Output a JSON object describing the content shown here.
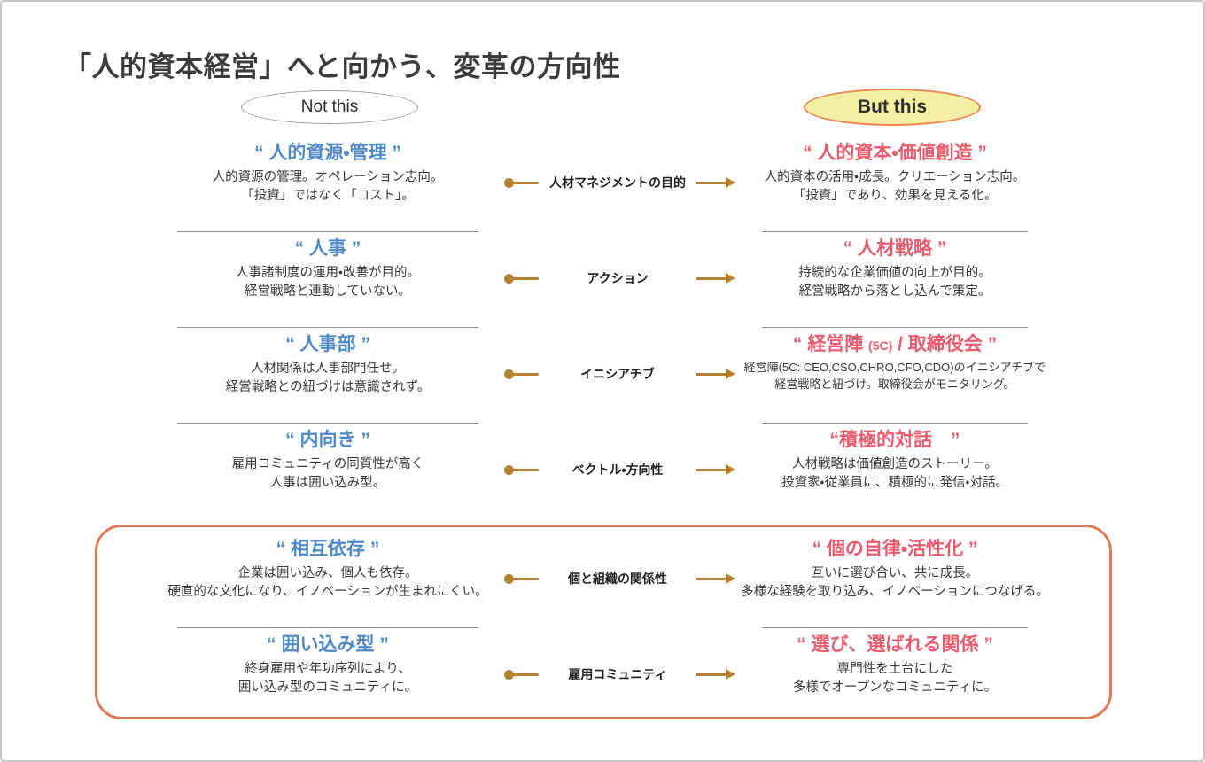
{
  "slide": {
    "title": "「人的資本経営」へと向かう、変革の方向性"
  },
  "badges": {
    "not_this": {
      "label": "Not this"
    },
    "but_this": {
      "label": "But this"
    }
  },
  "colors": {
    "left_accent": "#5089c8",
    "right_accent": "#e95c6e",
    "connector": "#b5812e",
    "highlight_border": "#e07a56",
    "but_this_fill": "#f3f0a2",
    "but_this_border": "#f08552",
    "title_text": "#3b3b3b",
    "divider": "#909090"
  },
  "rows": [
    {
      "left_title": "“ 人的資源・管理 ”",
      "left_desc": "人的資源の管理。オペレーション志向。\n「投資」ではなく「コスト」。",
      "center_label": "人材マネジメントの目的",
      "right_title": "“ 人的資本・価値創造 ”",
      "right_desc": "人的資本の活用・成長。クリエーション志向。\n「投資」であり、効果を見える化。"
    },
    {
      "left_title": "“ 人事 ”",
      "left_desc": "人事諸制度の運用・改善が目的。\n経営戦略と連動していない。",
      "center_label": "アクション",
      "right_title": "“ 人材戦略 ”",
      "right_desc": "持続的な企業価値の向上が目的。\n経営戦略から落とし込んで策定。"
    },
    {
      "left_title": "“ 人事部 ”",
      "left_desc": "人材関係は人事部門任せ。\n経営戦略との紐づけは意識されず。",
      "center_label": "イニシアチブ",
      "right_title_main": "“ 経営陣 ",
      "right_title_small": "(5C)",
      "right_title_end": " / 取締役会 ”",
      "right_desc": "経営陣(5C: CEO,CSO,CHRO,CFO,CDO)のイニシアチブで\n経営戦略と紐づけ。取締役会がモニタリング。"
    },
    {
      "left_title": "“ 内向き ”",
      "left_desc": "雇用コミュニティの同質性が高く\n人事は囲い込み型。",
      "center_label": "ベクトル・方向性",
      "right_title": "“積極的対話　”",
      "right_desc": "人材戦略は価値創造のストーリー。\n投資家・従業員に、積極的に発信・対話。"
    },
    {
      "left_title": "“ 相互依存 ”",
      "left_desc": "企業は囲い込み、個人も依存。\n硬直的な文化になり、イノベーションが生まれにくい。",
      "center_label": "個と組織の関係性",
      "right_title": "“ 個の自律・活性化 ”",
      "right_desc": "互いに選び合い、共に成長。\n多様な経験を取り込み、イノベーションにつなげる。"
    },
    {
      "left_title": "“ 囲い込み型 ”",
      "left_desc": "終身雇用や年功序列により、\n囲い込み型のコミュニティに。",
      "center_label": "雇用コミュニティ",
      "right_title": "“ 選び、選ばれる関係 ”",
      "right_desc": "専門性を土台にした\n多様でオープンなコミュニティに。"
    }
  ]
}
